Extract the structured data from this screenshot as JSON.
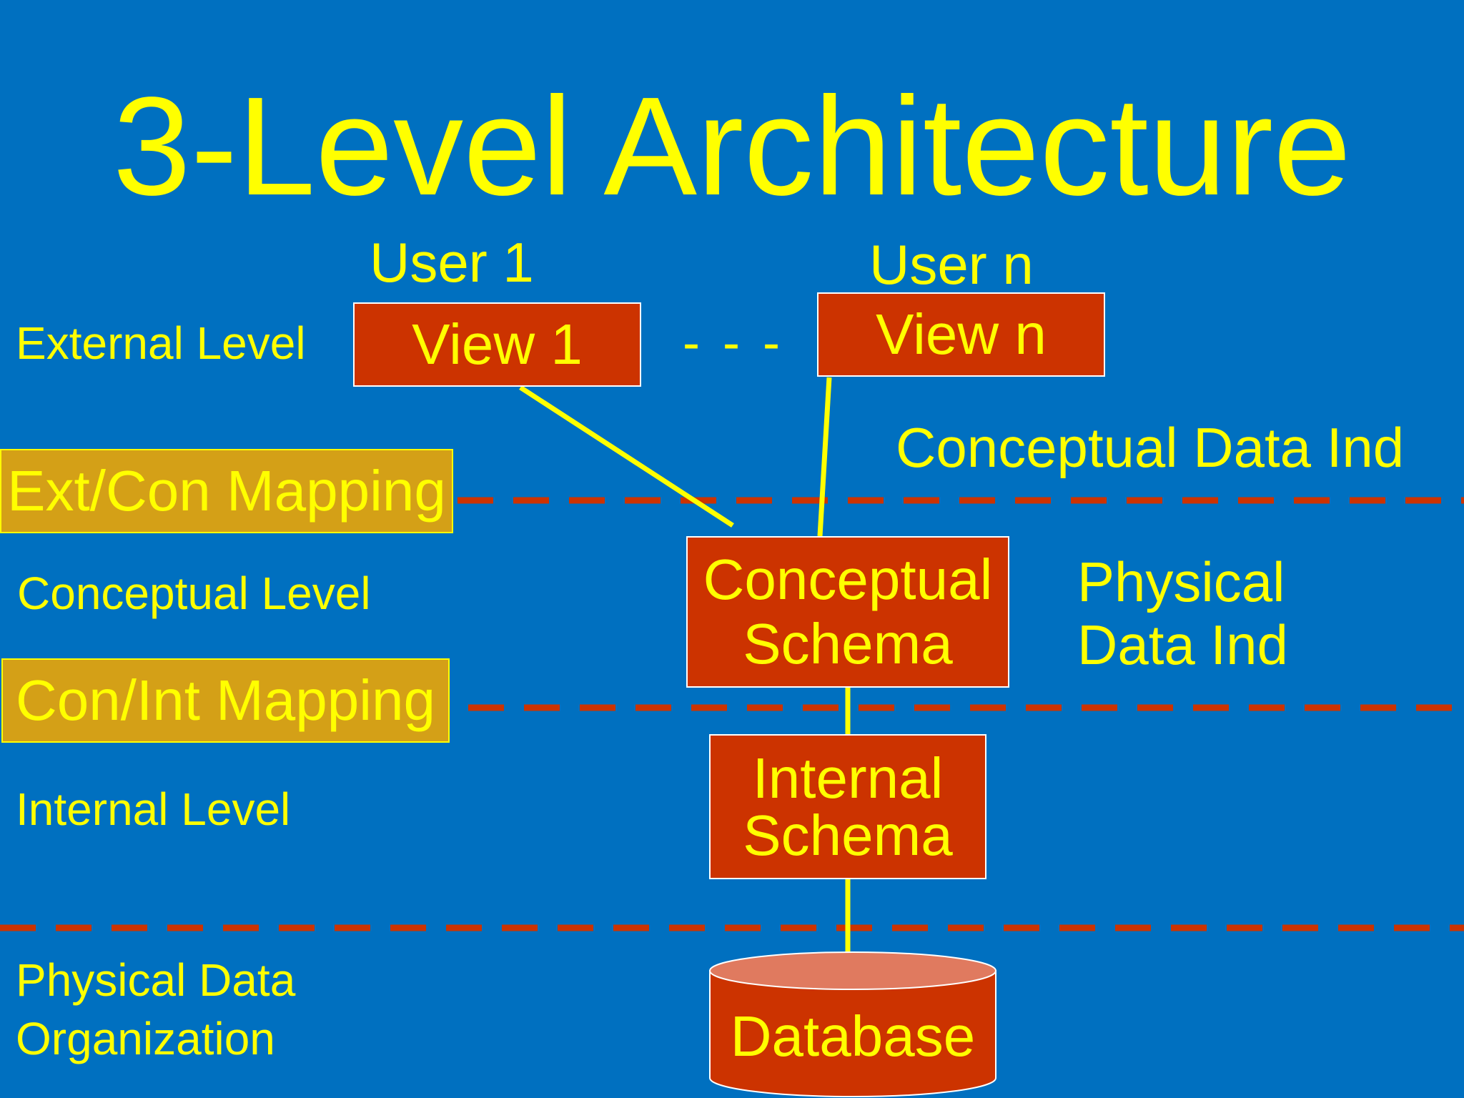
{
  "title": "3-Level Architecture",
  "users": {
    "user1": "User 1",
    "usern": "User n"
  },
  "views": {
    "view1": "View 1",
    "viewn": "View n",
    "ellipsis": "- - -"
  },
  "levels": {
    "external": "External Level",
    "conceptual": "Conceptual Level",
    "internal": "Internal Level",
    "physical_line1": "Physical Data",
    "physical_line2": "Organization"
  },
  "mappings": {
    "ext_con": "Ext/Con Mapping",
    "con_int": "Con/Int Mapping"
  },
  "schemas": {
    "conceptual_line1": "Conceptual",
    "conceptual_line2": "Schema",
    "internal_line1": "Internal",
    "internal_line2": "Schema"
  },
  "database": "Database",
  "independence": {
    "conceptual": "Conceptual Data Ind",
    "physical_line1": "Physical",
    "physical_line2": "Data Ind"
  },
  "colors": {
    "background": "#0070c0",
    "text": "#ffff00",
    "box": "#cc3300",
    "mapping_box": "#d4a017",
    "dashed_line": "#cc3300",
    "connector": "#ffff00",
    "db_top": "#e07a5f"
  }
}
